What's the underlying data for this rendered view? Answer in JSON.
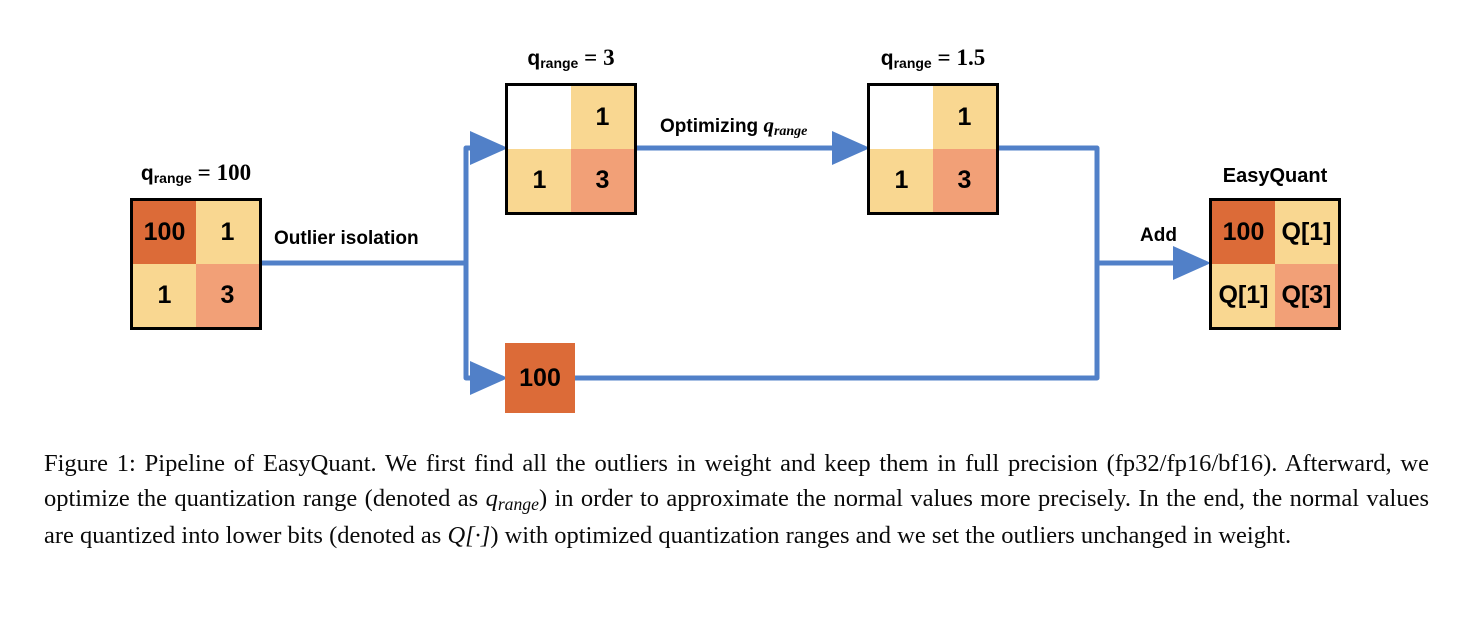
{
  "figure": {
    "palette": {
      "outlier_orange": "#DC6B38",
      "light_yellow": "#F9D791",
      "salmon": "#F2A077",
      "white_cell": "#FFFFFF",
      "arrow_blue": "#5180C8",
      "border_black": "#000000"
    },
    "matrices": [
      {
        "id": "input-matrix",
        "label_prefix": "q",
        "label_sub": "range",
        "label_eq": "=",
        "label_value": "100",
        "cells": [
          {
            "value": "100",
            "color": "#DC6B38"
          },
          {
            "value": "1",
            "color": "#F9D791"
          },
          {
            "value": "1",
            "color": "#F9D791"
          },
          {
            "value": "3",
            "color": "#F2A077"
          }
        ]
      },
      {
        "id": "isolated-matrix",
        "label_prefix": "q",
        "label_sub": "range",
        "label_eq": "=",
        "label_value": "3",
        "cells": [
          {
            "value": "",
            "color": "#FFFFFF"
          },
          {
            "value": "1",
            "color": "#F9D791"
          },
          {
            "value": "1",
            "color": "#F9D791"
          },
          {
            "value": "3",
            "color": "#F2A077"
          }
        ]
      },
      {
        "id": "optimized-matrix",
        "label_prefix": "q",
        "label_sub": "range",
        "label_eq": "=",
        "label_value": "1.5",
        "cells": [
          {
            "value": "",
            "color": "#FFFFFF"
          },
          {
            "value": "1",
            "color": "#F9D791"
          },
          {
            "value": "1",
            "color": "#F9D791"
          },
          {
            "value": "3",
            "color": "#F2A077"
          }
        ]
      },
      {
        "id": "easyquant-matrix",
        "title": "EasyQuant",
        "cells": [
          {
            "value": "100",
            "color": "#DC6B38"
          },
          {
            "value": "Q[1]",
            "color": "#F9D791"
          },
          {
            "value": "Q[1]",
            "color": "#F9D791"
          },
          {
            "value": "Q[3]",
            "color": "#F2A077"
          }
        ]
      }
    ],
    "outlier_box": {
      "id": "outlier-box",
      "value": "100",
      "color": "#DC6B38"
    },
    "edge_labels": [
      {
        "id": "outlier-isolation-label",
        "text": "Outlier isolation"
      },
      {
        "id": "optimizing-label",
        "text_prefix": "Optimizing ",
        "math_base": "q",
        "math_sub": "range"
      },
      {
        "id": "add-label",
        "text": "Add"
      }
    ]
  },
  "caption": {
    "segments": [
      {
        "type": "text",
        "value": "Figure 1: Pipeline of EasyQuant. We first find all the outliers in weight and keep them in full precision (fp32/fp16/bf16). Afterward, we optimize the quantization range (denoted as "
      },
      {
        "type": "math_sub",
        "base": "q",
        "sub": "range"
      },
      {
        "type": "text",
        "value": ") in order to approximate the normal values more precisely. In the end, the normal values are quantized into lower bits (denoted as "
      },
      {
        "type": "math_plain",
        "value": "Q[·]"
      },
      {
        "type": "text",
        "value": ") with optimized quantization ranges and we set the outliers unchanged in weight."
      }
    ],
    "full_text": "Figure 1: Pipeline of EasyQuant. We first find all the outliers in weight and keep them in full precision (fp32/fp16/bf16). Afterward, we optimize the quantization range (denoted as q_range) in order to approximate the normal values more precisely. In the end, the normal values are quantized into lower bits (denoted as Q[·]) with optimized quantization ranges and we set the outliers unchanged in weight."
  }
}
